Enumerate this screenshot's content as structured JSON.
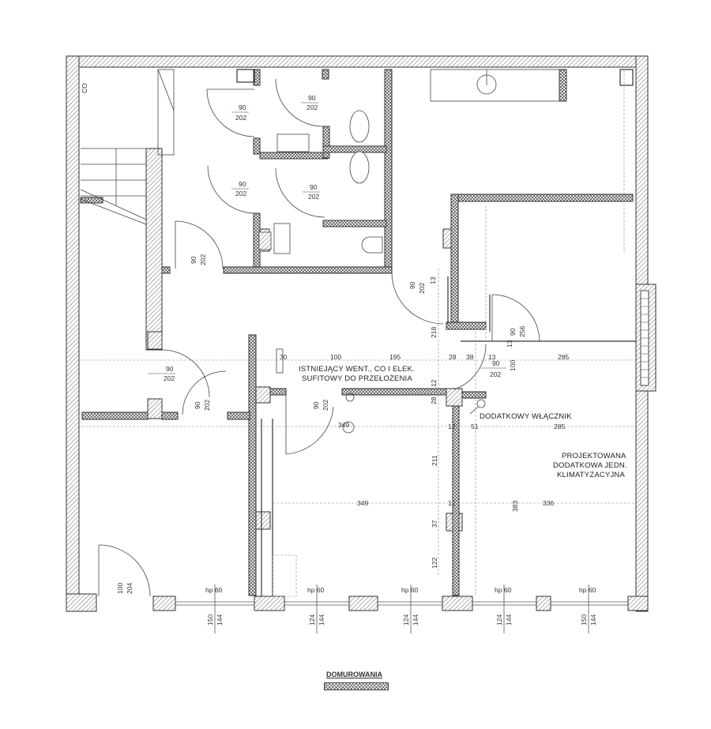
{
  "plan": {
    "type": "architectural floor plan",
    "corner_label": "CO",
    "doors": [
      {
        "id": "wc1",
        "width": "90",
        "height": "202"
      },
      {
        "id": "wc2",
        "width": "90",
        "height": "202"
      },
      {
        "id": "wc3",
        "width": "90",
        "height": "202"
      },
      {
        "id": "wc4",
        "width": "90",
        "height": "202"
      },
      {
        "id": "hall",
        "width": "90",
        "height": "202"
      },
      {
        "id": "corridor",
        "width": "90",
        "height": "202"
      },
      {
        "id": "stair",
        "width": "90",
        "height": "202"
      },
      {
        "id": "lobby",
        "width": "90",
        "height": "202"
      },
      {
        "id": "center",
        "width": "90",
        "height": "202"
      },
      {
        "id": "right",
        "width": "90",
        "height": "202"
      },
      {
        "id": "entrance",
        "width": "100",
        "height": "204"
      },
      {
        "id": "right_upper",
        "width": "90",
        "height": "256"
      }
    ],
    "annotations": {
      "vent_note_line1": "ISTNIEJĄCY WENT., CO I ELEK.",
      "vent_note_line2": "SUFITOWY DO PRZEŁOŻENIA",
      "switch_note": "DODATKOWY WŁĄCZNIK",
      "ac_note_line1": "PROJEKTOWANA",
      "ac_note_line2": "DODATKOWA JEDN.",
      "ac_note_line3": "KLIMATYZACYJNA"
    },
    "dimensions": {
      "d30": "30",
      "d100": "100",
      "d195": "195",
      "d28a": "28",
      "d38": "38",
      "d13a": "13",
      "d285a": "285",
      "d12a": "12",
      "d28b": "28",
      "d218": "218",
      "d13b": "13",
      "d12b": "12",
      "d51": "51",
      "d285b": "285",
      "d349a": "349",
      "d211": "211",
      "d349b": "349",
      "d12c": "12",
      "d383": "383",
      "d336": "336",
      "d37": "37",
      "d122": "122",
      "d100b": "100",
      "d13c": "13"
    },
    "windows": [
      {
        "sill": "hp 60",
        "w": "150",
        "h": "144"
      },
      {
        "sill": "hp 60",
        "w": "124",
        "h": "144"
      },
      {
        "sill": "hp 60",
        "w": "124",
        "h": "144"
      },
      {
        "sill": "hp 60",
        "w": "124",
        "h": "144"
      },
      {
        "sill": "hp 60",
        "w": "150",
        "h": "144"
      }
    ]
  },
  "legend": {
    "title": "DOMUROWANIA"
  },
  "colors": {
    "line": "#333333",
    "hatch": "#666666",
    "paper": "#ffffff"
  }
}
